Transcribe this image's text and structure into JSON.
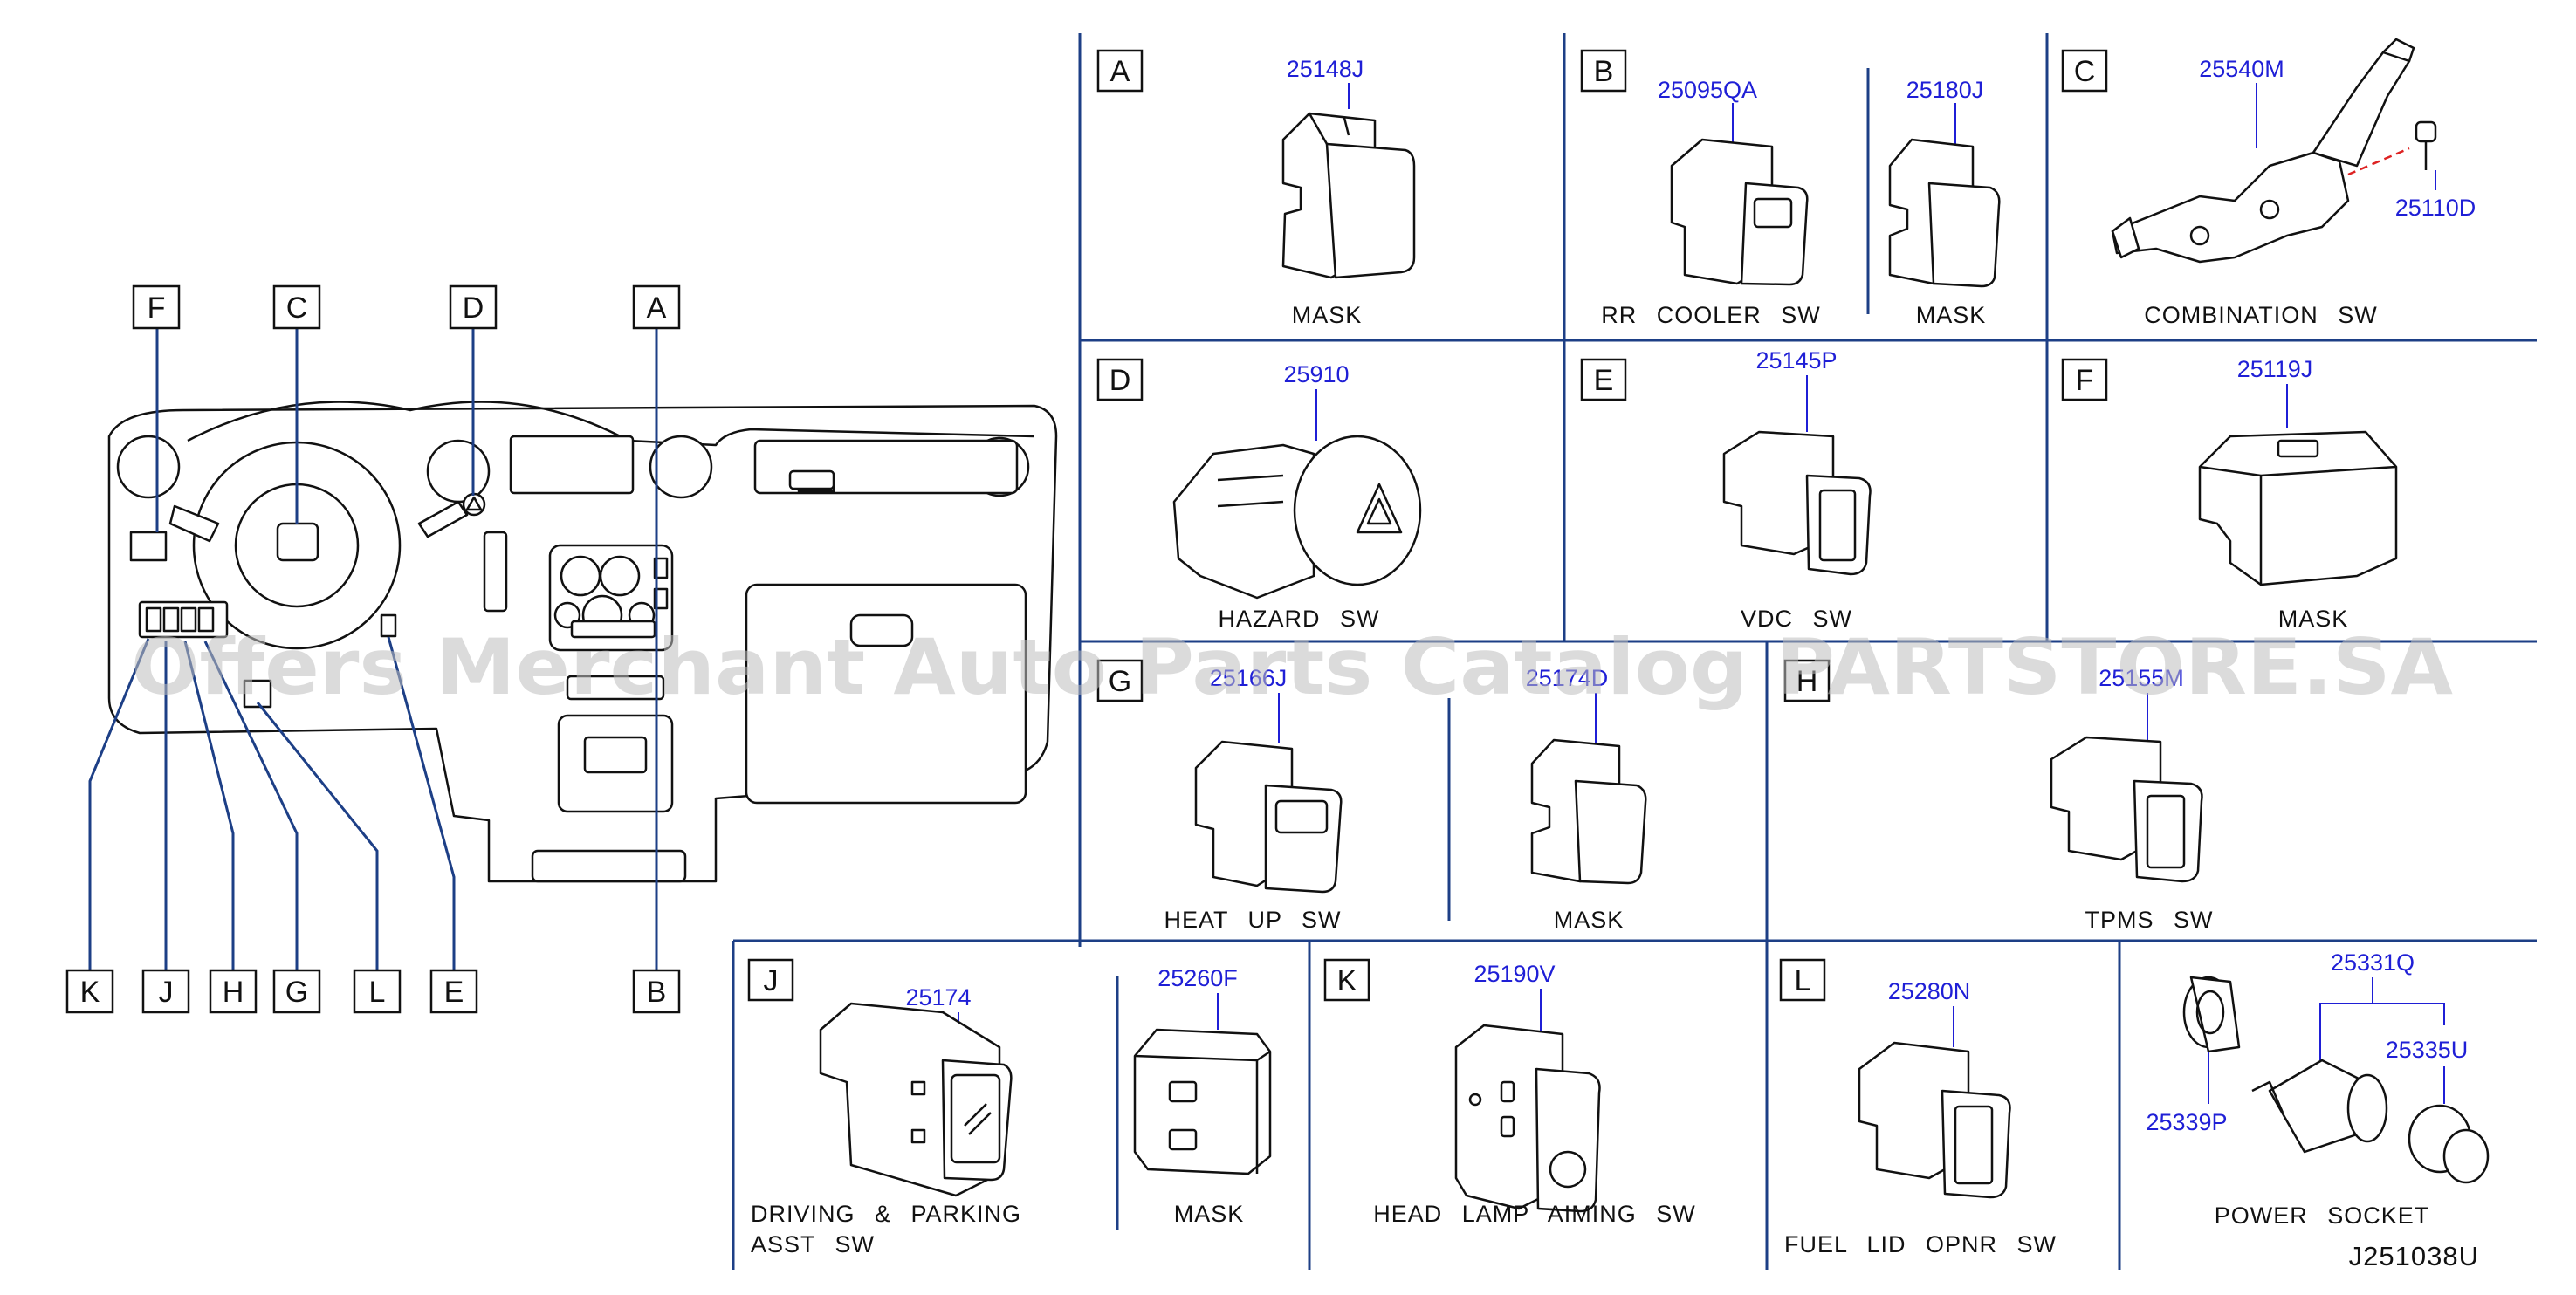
{
  "diagram": {
    "reference_code": "J251038U",
    "watermark": "Offers Merchant Auto Parts Catalog PARTSTORE.SA",
    "dashboard_callouts": {
      "top": [
        "F",
        "C",
        "D",
        "A"
      ],
      "bottom": [
        "K",
        "J",
        "H",
        "G",
        "L",
        "E",
        "B"
      ]
    },
    "panels": {
      "A": {
        "letter": "A",
        "part": "25148J",
        "caption": "MASK"
      },
      "B": {
        "letter": "B",
        "part1": "25095QA",
        "caption1": "RR COOLER SW",
        "part2": "25180J",
        "caption2": "MASK"
      },
      "C": {
        "letter": "C",
        "part1": "25540M",
        "part2": "25110D",
        "caption": "COMBINATION SW"
      },
      "D": {
        "letter": "D",
        "part": "25910",
        "caption": "HAZARD SW"
      },
      "E": {
        "letter": "E",
        "part": "25145P",
        "caption": "VDC SW"
      },
      "F": {
        "letter": "F",
        "part": "25119J",
        "caption": "MASK"
      },
      "G": {
        "letter": "G",
        "part1": "25166J",
        "caption1": "HEAT UP SW",
        "part2": "25174D",
        "caption2": "MASK"
      },
      "H": {
        "letter": "H",
        "part": "25155M",
        "caption": "TPMS SW"
      },
      "J": {
        "letter": "J",
        "part1": "25174",
        "caption1_line1": "DRIVING & PARKING",
        "caption1_line2": "ASST SW",
        "part2": "25260F",
        "caption2": "MASK"
      },
      "K": {
        "letter": "K",
        "part": "25190V",
        "caption": "HEAD LAMP AIMING SW"
      },
      "L": {
        "letter": "L",
        "part": "25280N",
        "caption": "FUEL LID OPNR SW"
      },
      "M": {
        "part_assy": "25331Q",
        "part_plug": "25335U",
        "part_socket": "25339P",
        "caption": "POWER SOCKET"
      }
    }
  }
}
